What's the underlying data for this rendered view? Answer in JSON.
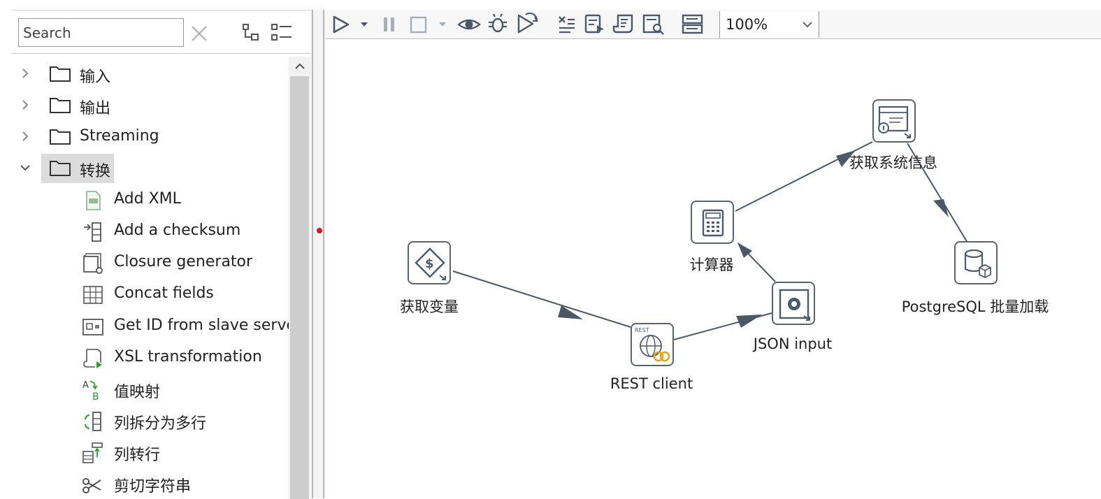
{
  "search": {
    "placeholder": "Search"
  },
  "tree": {
    "folders": [
      {
        "label": "输入",
        "expanded": false
      },
      {
        "label": "输出",
        "expanded": false
      },
      {
        "label": "Streaming",
        "expanded": false
      },
      {
        "label": "转换",
        "expanded": true,
        "selected": true
      }
    ],
    "items": [
      {
        "label": "Add XML",
        "icon": "add-xml-icon"
      },
      {
        "label": "Add a checksum",
        "icon": "checksum-icon"
      },
      {
        "label": "Closure generator",
        "icon": "closure-generator-icon"
      },
      {
        "label": "Concat fields",
        "icon": "concat-fields-icon"
      },
      {
        "label": "Get ID from slave serve",
        "icon": "get-id-icon"
      },
      {
        "label": "XSL transformation",
        "icon": "xsl-transformation-icon"
      },
      {
        "label": "值映射",
        "icon": "value-mapper-icon"
      },
      {
        "label": "列拆分为多行",
        "icon": "split-to-rows-icon"
      },
      {
        "label": "列转行",
        "icon": "denormaliser-icon"
      },
      {
        "label": "剪切字符串",
        "icon": "cut-string-icon"
      }
    ]
  },
  "toolbar": {
    "zoom": "100%",
    "buttons": [
      "run-icon",
      "pause-icon",
      "stop-icon",
      "preview-icon",
      "debug-icon",
      "replay-icon",
      "verify-icon",
      "analyze-impact-icon",
      "sql-icon",
      "explore-db-icon",
      "show-results-icon"
    ]
  },
  "canvas": {
    "steps": [
      {
        "id": "get-variables",
        "label": "获取变量",
        "icon": "get-variables-icon"
      },
      {
        "id": "rest-client",
        "label": "REST client",
        "icon": "rest-client-icon"
      },
      {
        "id": "json-input",
        "label": "JSON input",
        "icon": "json-input-icon"
      },
      {
        "id": "calculator",
        "label": "计算器",
        "icon": "calculator-icon"
      },
      {
        "id": "system-info",
        "label": "获取系统信息",
        "icon": "system-info-icon"
      },
      {
        "id": "postgres-bulk",
        "label": "PostgreSQL 批量加载",
        "icon": "postgresql-bulk-loader-icon"
      }
    ],
    "hops": [
      {
        "from": "get-variables",
        "to": "rest-client"
      },
      {
        "from": "rest-client",
        "to": "json-input"
      },
      {
        "from": "json-input",
        "to": "calculator"
      },
      {
        "from": "calculator",
        "to": "system-info"
      },
      {
        "from": "system-info",
        "to": "postgres-bulk"
      }
    ]
  },
  "colors": {
    "hop": "#4a5868",
    "icon_stroke": "#4c5a6a",
    "selection": "#dcdcdc",
    "accent_red": "#d11b1b"
  }
}
